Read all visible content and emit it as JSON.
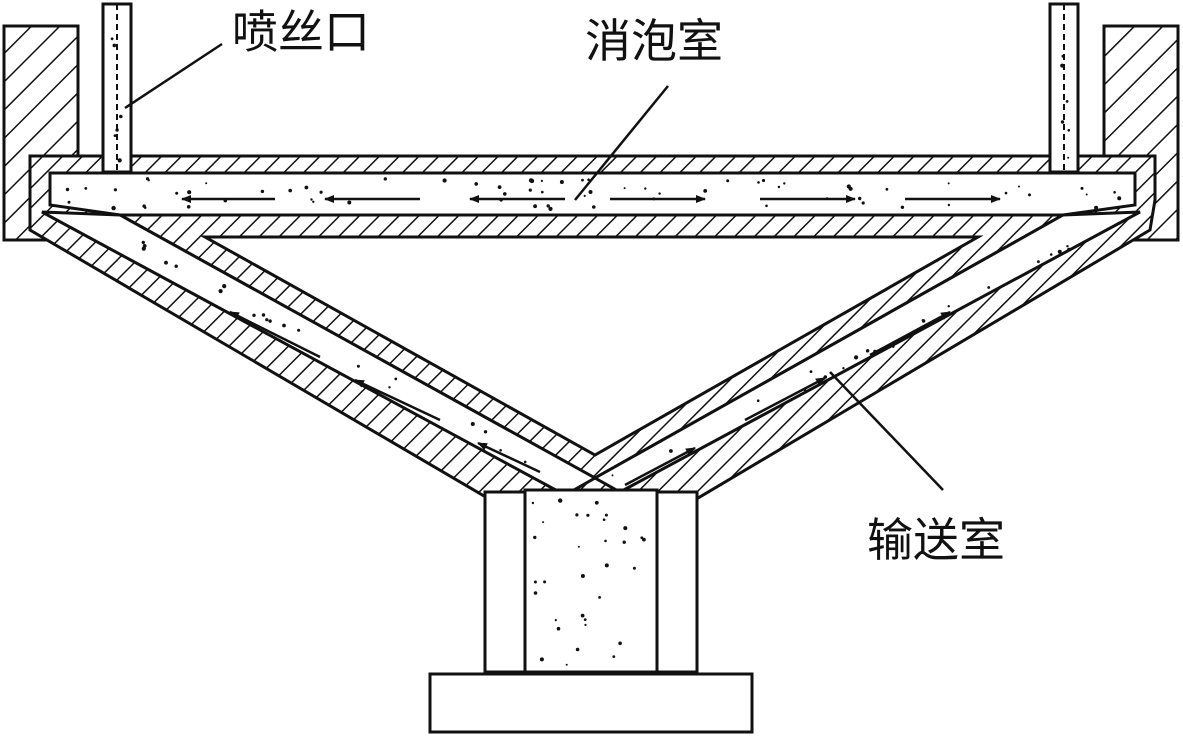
{
  "labels": {
    "spinneret": "喷丝口",
    "defoaming_chamber": "消泡室",
    "conveying_chamber": "输送室"
  },
  "colors": {
    "line": "#111111",
    "fill": "#ffffff",
    "particle": "#111111"
  }
}
